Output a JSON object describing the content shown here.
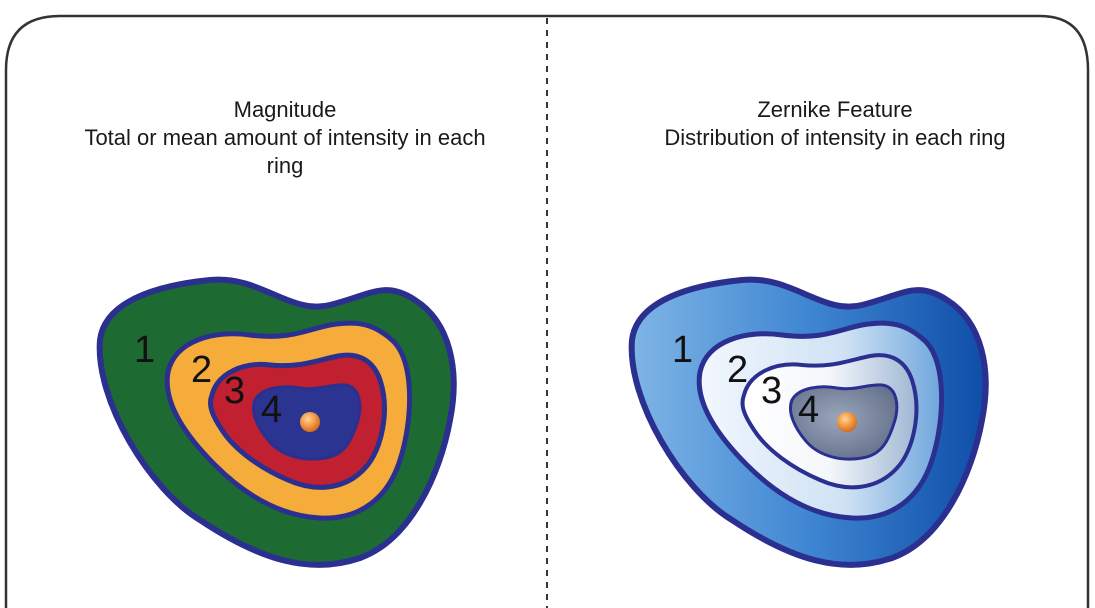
{
  "panels": {
    "left": {
      "title": "Magnitude",
      "subtitle_line1": "Total or mean amount of intensity in each",
      "subtitle_line2": "ring",
      "ring_labels": [
        "1",
        "2",
        "3",
        "4"
      ],
      "ring_colors": [
        "#1e6a33",
        "#f6ac3a",
        "#c0202f",
        "#2b3591"
      ]
    },
    "right": {
      "title": "Zernike Feature",
      "subtitle_line1": "Distribution of intensity in each ring",
      "ring_labels": [
        "1",
        "2",
        "3",
        "4"
      ],
      "ring_colors": [
        "#3f86d2",
        "#dfeaf6",
        "#f4f7fb",
        "#76849c"
      ]
    }
  },
  "colors": {
    "outline": "#2b2f8f",
    "nucleus": "#e8893a",
    "frame": "#333333",
    "divider": "#333333"
  }
}
